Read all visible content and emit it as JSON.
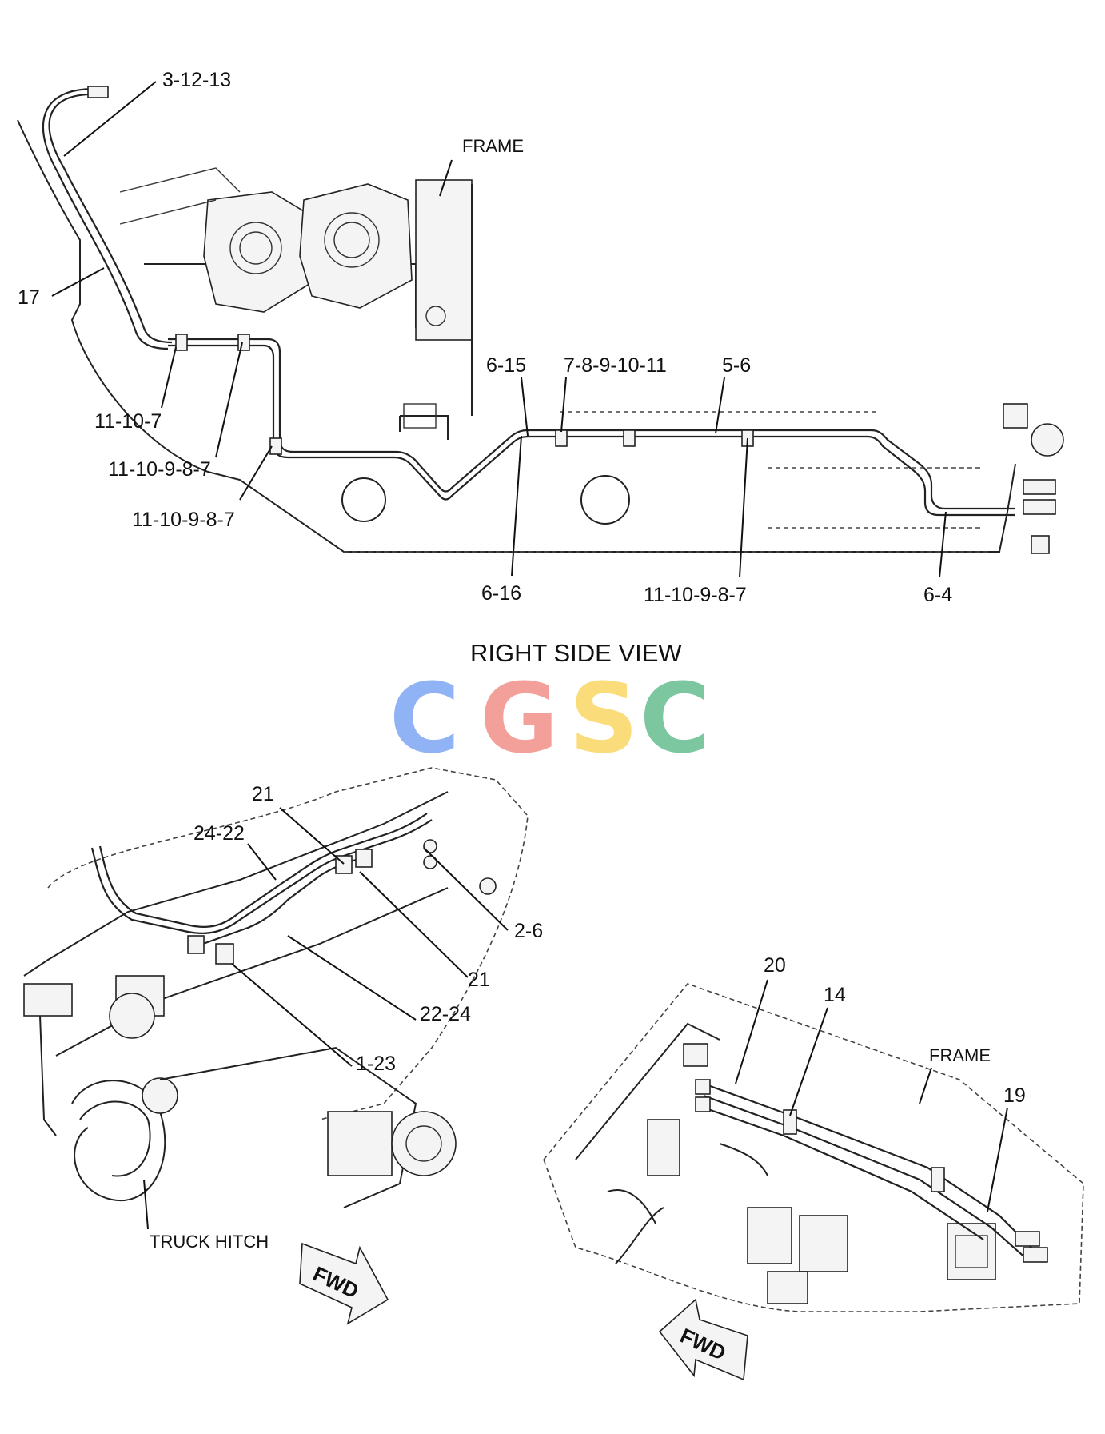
{
  "top_view": {
    "caption": "RIGHT SIDE VIEW",
    "frame_label": "FRAME",
    "callouts": {
      "c_3_12_13": "3-12-13",
      "c_17": "17",
      "c_11_10_7": "11-10-7",
      "c_11_10_9_8_7_a": "11-10-9-8-7",
      "c_11_10_9_8_7_b": "11-10-9-8-7",
      "c_6_15": "6-15",
      "c_7_8_9_10_11": "7-8-9-10-11",
      "c_5_6": "5-6",
      "c_6_16": "6-16",
      "c_11_10_9_8_7_c": "11-10-9-8-7",
      "c_6_4": "6-4"
    }
  },
  "logo": {
    "letters": [
      "C",
      "G",
      "S",
      "C"
    ],
    "colors": [
      "#8fb3f5",
      "#f4a09a",
      "#fbdc7a",
      "#7cc6a0"
    ]
  },
  "bottom_left_view": {
    "callouts": {
      "c_21_top": "21",
      "c_24_22": "24-22",
      "c_2_6": "2-6",
      "c_21_bottom": "21",
      "c_22_24": "22-24",
      "c_1_23": "1-23"
    },
    "truck_hitch_label": "TRUCK HITCH",
    "fwd_label": "FWD"
  },
  "bottom_right_view": {
    "callouts": {
      "c_20": "20",
      "c_14": "14",
      "c_19": "19"
    },
    "frame_label": "FRAME",
    "fwd_label": "FWD"
  }
}
